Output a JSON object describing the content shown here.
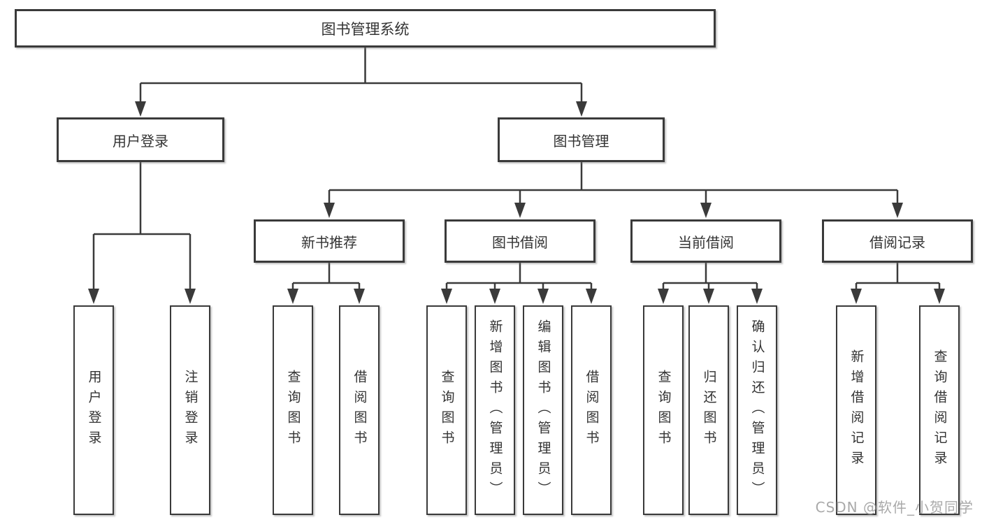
{
  "tree": {
    "label": "图书管理系统",
    "children": [
      {
        "label": "用户登录",
        "children": [
          {
            "label": "用户登录"
          },
          {
            "label": "注销登录"
          }
        ]
      },
      {
        "label": "图书管理",
        "children": [
          {
            "label": "新书推荐",
            "children": [
              {
                "label": "查询图书"
              },
              {
                "label": "借阅图书"
              }
            ]
          },
          {
            "label": "图书借阅",
            "children": [
              {
                "label": "查询图书"
              },
              {
                "label": "新增图书（管理员）"
              },
              {
                "label": "编辑图书（管理员）"
              },
              {
                "label": "借阅图书"
              }
            ]
          },
          {
            "label": "当前借阅",
            "children": [
              {
                "label": "查询图书"
              },
              {
                "label": "归还图书"
              },
              {
                "label": "确认归还（管理员）"
              }
            ]
          },
          {
            "label": "借阅记录",
            "children": [
              {
                "label": "新增借阅记录"
              },
              {
                "label": "查询借阅记录"
              }
            ]
          }
        ]
      }
    ]
  },
  "watermark": {
    "text": "CSDN @软件_小贺同学"
  },
  "colors": {
    "line": "#3a3a3a",
    "box_border": "#3a3a3a",
    "text": "#333333",
    "background": "#ffffff",
    "watermark": "#949494"
  }
}
